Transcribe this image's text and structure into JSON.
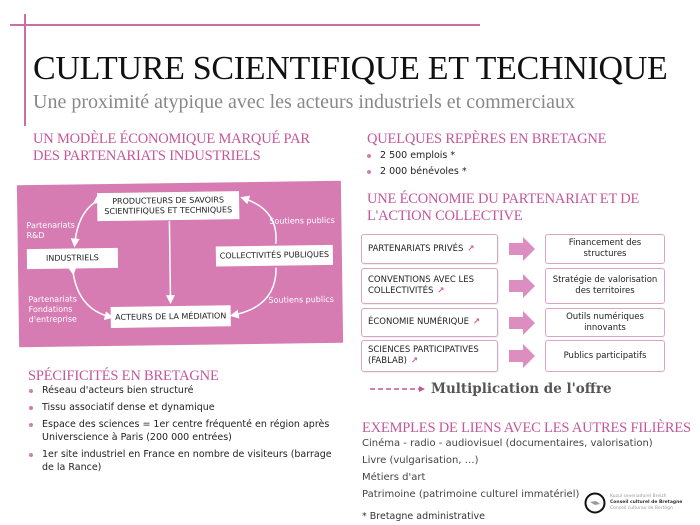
{
  "header": {
    "title": "CULTURE SCIENTIFIQUE ET TECHNIQUE",
    "subtitle": "Une proximité atypique avec les acteurs industriels et commerciaux"
  },
  "left": {
    "heading": "UN MODÈLE ÉCONOMIQUE MARQUÉ PAR DES PARTENARIATS INDUSTRIELS",
    "diagram": {
      "producteurs": "PRODUCTEURS DE SAVOIRS SCIENTIFIQUES ET TECHNIQUES",
      "industriels": "INDUSTRIELS",
      "collectivites": "COLLECTIVITÉS PUBLIQUES",
      "acteurs": "ACTEURS DE LA MÉDIATION",
      "label_rd": "Partenariats R&D",
      "label_fondations": "Partenariats Fondations d'entreprise",
      "label_soutiens_top": "Soutiens publics",
      "label_soutiens_bottom": "Soutiens publics"
    },
    "specificites": {
      "heading": "SPÉCIFICITÉS EN BRETAGNE",
      "items": [
        "Réseau d'acteurs bien structuré",
        "Tissu associatif dense et dynamique",
        "Espace des sciences = 1er centre fréquenté en région après Universcience à Paris (200 000 entrées)",
        "1er site industriel en France en nombre de visiteurs (barrage de la Rance)"
      ]
    }
  },
  "right": {
    "reperes": {
      "heading": "QUELQUES REPÈRES EN BRETAGNE",
      "items": [
        "2 500 emplois *",
        "2 000 bénévoles *"
      ]
    },
    "economie": {
      "heading": "UNE ÉCONOMIE DU PARTENARIAT ET DE L'ACTION COLLECTIVE",
      "rows": [
        {
          "left": "PARTENARIATS PRIVÉS",
          "right": "Financement des structures"
        },
        {
          "left": "CONVENTIONS AVEC LES COLLECTIVITÉS",
          "right": "Stratégie de valorisation des territoires"
        },
        {
          "left": "ÉCONOMIE NUMÉRIQUE",
          "right": "Outils numériques innovants"
        },
        {
          "left": "SCIENCES PARTICIPATIVES (FABLAB)",
          "right": "Publics participatifs"
        }
      ],
      "increase_icon": "arrow-up-right-icon",
      "multiplication": "Multiplication de l'offre"
    },
    "exemples": {
      "heading": "EXEMPLES DE LIENS AVEC LES AUTRES FILIÈRES",
      "items": [
        "Cinéma - radio - audiovisuel (documentaires, valorisation)",
        "Livre (vulgarisation, …)",
        "Métiers d'art",
        "Patrimoine (patrimoine culturel immatériel)"
      ]
    },
    "footnote": "* Bretagne administrative",
    "logo": {
      "line1": "Kuzul sevenadurel Breizh",
      "line2": "Conseil culturel de Bretagne",
      "line3": "Conseil culturau de Bertègn"
    }
  },
  "colors": {
    "accent": "#c4579a",
    "diagram_bg": "#d67cb3"
  }
}
